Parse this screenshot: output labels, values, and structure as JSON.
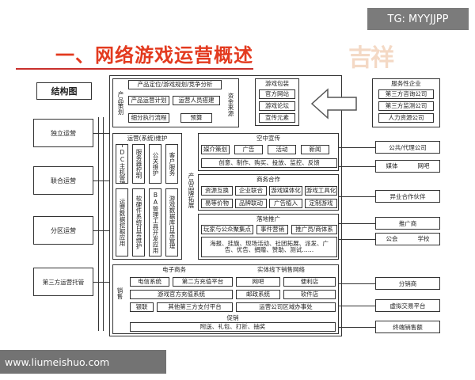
{
  "watermark_tag": "TG: MYYJJPP",
  "watermark_url": "www.liumeishuo.com",
  "watermark_bg": "吉祥",
  "title": "一、网络游戏运营概述",
  "structure_label": "结构图",
  "left_items": [
    "独立运营",
    "联合运营",
    "分区运营",
    "第三方运营托管"
  ],
  "product_plan": {
    "label": "产品策划",
    "items": [
      "产品定位/游戏规划/竞争分析",
      "产品运营计划",
      "运营人员搭建",
      "细分执行流程",
      "预算"
    ],
    "capital": "资金来源"
  },
  "game_portal": {
    "title": "游戏包装",
    "items": [
      "官方网站",
      "游戏论坛",
      "宣传元素"
    ]
  },
  "service_industry": {
    "title": "服务性企业",
    "items": [
      "第三方咨询公司",
      "第三方监测公司",
      "人力资源公司"
    ]
  },
  "ops_maint": {
    "title": "运营(系统)维护",
    "cols": [
      "IDC主机管理",
      "服务器控制",
      "公关维护",
      "客户服务"
    ],
    "cols2": [
      "运营数据挖掘应用",
      "软硬件系统日常维护",
      "BA管理工具开发应用",
      "游戏数据库日常管理"
    ]
  },
  "product_expand": {
    "label": "产品品牌拓展"
  },
  "air_promo": {
    "title": "空中宣传",
    "items": [
      "媒介策划",
      "广告",
      "活动",
      "新闻"
    ],
    "sub": "创意、制作、购买、投放、监控、反馈"
  },
  "biz_coop": {
    "title": "商务合作",
    "row1": [
      "资源互换",
      "企业联合",
      "游戏媒体化",
      "游戏工具化"
    ],
    "row2": [
      "易等价物",
      "品牌联动",
      "广告植入",
      "定制游戏"
    ]
  },
  "ground_promo": {
    "title": "落地推广",
    "items": [
      "玩家与公众聚集点",
      "事件营销",
      "推广员/商体系"
    ],
    "sub": "海报、挂旗、现场活动、社团拓展、派发、广告、优告、捐赠、赞助、测试……"
  },
  "sales": {
    "label": "销售",
    "ecommerce": "电子商务",
    "offline": "实体线下销售网络",
    "row1": [
      "电信系统",
      "第二方充值平台",
      "网吧",
      "便利店"
    ],
    "row2": [
      "游戏官方充值系统",
      "邮政系统",
      "软件店"
    ],
    "row3": [
      "银联",
      "其他第三方支付平台",
      "运营公司区域办事处"
    ],
    "promo": "促销",
    "promo_sub": "附送、礼包、打折、抽奖"
  },
  "right_items": [
    "公共/代理公司",
    "媒体",
    "网吧",
    "异业合作伙伴",
    "推广商",
    "公会",
    "学校",
    "分销商",
    "虚拟交易平台",
    "终端销售额"
  ]
}
